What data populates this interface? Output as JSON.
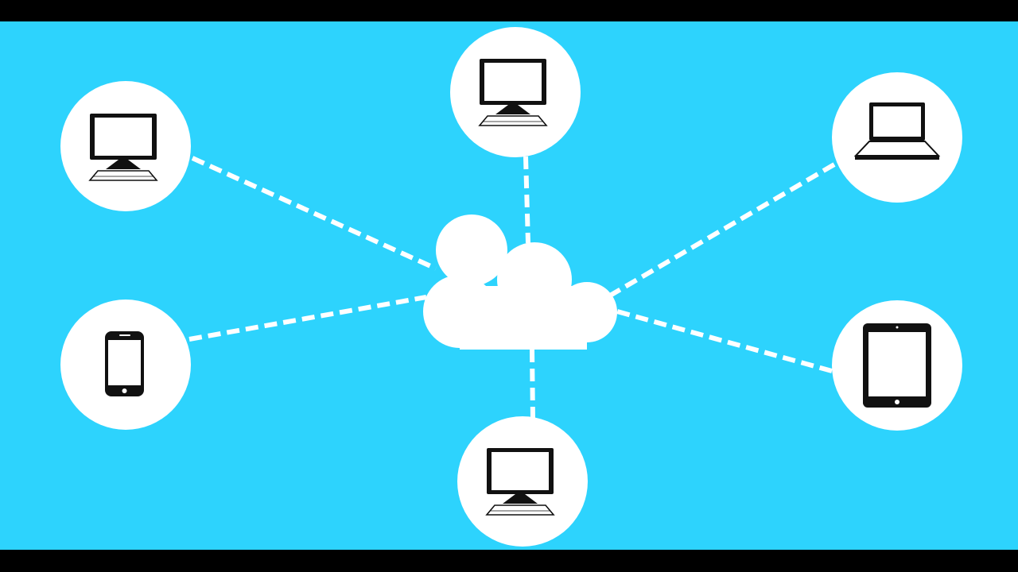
{
  "colors": {
    "background": "#2DD3FD",
    "letterbox": "#000000",
    "node_fill": "#FFFFFF",
    "connector": "#FFFFFF",
    "device_ink": "#111111"
  },
  "diagram": {
    "hub": {
      "icon": "cloud-icon"
    },
    "nodes": [
      {
        "id": "top-left",
        "icon": "desktop-monitor-icon"
      },
      {
        "id": "top-center",
        "icon": "desktop-monitor-icon"
      },
      {
        "id": "top-right",
        "icon": "laptop-icon"
      },
      {
        "id": "middle-left",
        "icon": "smartphone-icon"
      },
      {
        "id": "middle-right",
        "icon": "tablet-icon"
      },
      {
        "id": "bottom-center",
        "icon": "desktop-monitor-icon"
      }
    ],
    "connections": [
      {
        "from": "cloud",
        "to": "top-left",
        "style": "dashed"
      },
      {
        "from": "cloud",
        "to": "top-center",
        "style": "dashed"
      },
      {
        "from": "cloud",
        "to": "top-right",
        "style": "dashed"
      },
      {
        "from": "cloud",
        "to": "middle-left",
        "style": "dashed"
      },
      {
        "from": "cloud",
        "to": "middle-right",
        "style": "dashed"
      },
      {
        "from": "cloud",
        "to": "bottom-center",
        "style": "dashed"
      }
    ]
  }
}
